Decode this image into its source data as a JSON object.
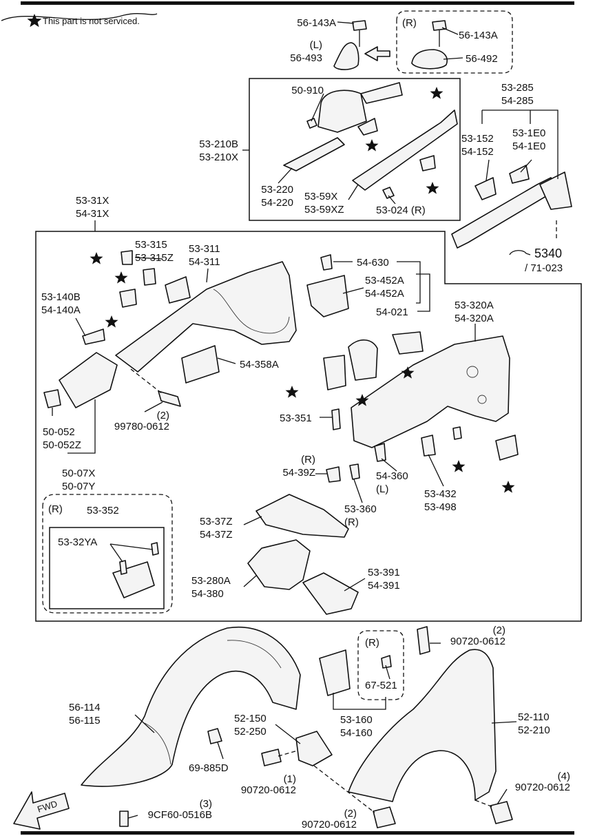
{
  "note": "This part is not serviced.",
  "callouts": [
    {
      "id": "c1",
      "lines": [
        "56-143A"
      ]
    },
    {
      "id": "c2",
      "lines": [
        "(L)",
        "56-493"
      ]
    },
    {
      "id": "c3",
      "lines": [
        "(R)"
      ]
    },
    {
      "id": "c4",
      "lines": [
        "56-143A"
      ]
    },
    {
      "id": "c5",
      "lines": [
        "56-492"
      ]
    },
    {
      "id": "c6",
      "lines": [
        "50-910"
      ]
    },
    {
      "id": "c7",
      "lines": [
        "53-210B",
        "53-210X"
      ]
    },
    {
      "id": "c8",
      "lines": [
        "53-220",
        "54-220"
      ]
    },
    {
      "id": "c9",
      "lines": [
        "53-59X",
        "53-59XZ"
      ]
    },
    {
      "id": "c10",
      "lines": [
        "53-024 (R)"
      ]
    },
    {
      "id": "c11",
      "lines": [
        "53-285",
        "54-285"
      ]
    },
    {
      "id": "c12",
      "lines": [
        "53-152",
        "54-152"
      ]
    },
    {
      "id": "c13",
      "lines": [
        "53-1E0",
        "54-1E0"
      ]
    },
    {
      "id": "c14",
      "lines": [
        "5340"
      ]
    },
    {
      "id": "c15",
      "lines": [
        "/ 71-023"
      ]
    },
    {
      "id": "c16",
      "lines": [
        "53-31X",
        "54-31X"
      ]
    },
    {
      "id": "c17",
      "lines": [
        "53-315",
        "53-315Z"
      ]
    },
    {
      "id": "c18",
      "lines": [
        "53-311",
        "54-311"
      ]
    },
    {
      "id": "c19",
      "lines": [
        "54-630"
      ]
    },
    {
      "id": "c20",
      "lines": [
        "53-452A",
        "54-452A"
      ]
    },
    {
      "id": "c21",
      "lines": [
        "54-021"
      ]
    },
    {
      "id": "c22",
      "lines": [
        "53-140B",
        "54-140A"
      ]
    },
    {
      "id": "c23",
      "lines": [
        "53-320A",
        "54-320A"
      ]
    },
    {
      "id": "c24",
      "lines": [
        "54-358A"
      ]
    },
    {
      "id": "c25",
      "lines": [
        "(2)",
        "99780-0612"
      ]
    },
    {
      "id": "c26",
      "lines": [
        "53-351"
      ]
    },
    {
      "id": "c27",
      "lines": [
        "50-052",
        "50-052Z"
      ]
    },
    {
      "id": "c28",
      "lines": [
        "50-07X",
        "50-07Y"
      ]
    },
    {
      "id": "c29",
      "lines": [
        "(R)",
        "54-39Z"
      ]
    },
    {
      "id": "c30",
      "lines": [
        "54-360",
        "(L)"
      ]
    },
    {
      "id": "c31",
      "lines": [
        "53-432",
        "53-498"
      ]
    },
    {
      "id": "c32",
      "lines": [
        "53-360",
        "(R)"
      ]
    },
    {
      "id": "c33",
      "lines": [
        "(R)"
      ]
    },
    {
      "id": "c34",
      "lines": [
        "53-352"
      ]
    },
    {
      "id": "c35",
      "lines": [
        "53-32YA"
      ]
    },
    {
      "id": "c36",
      "lines": [
        "53-37Z",
        "54-37Z"
      ]
    },
    {
      "id": "c37",
      "lines": [
        "53-280A",
        "54-380"
      ]
    },
    {
      "id": "c38",
      "lines": [
        "53-391",
        "54-391"
      ]
    },
    {
      "id": "c39",
      "lines": [
        "(2)",
        "90720-0612"
      ]
    },
    {
      "id": "c40",
      "lines": [
        "(R)"
      ]
    },
    {
      "id": "c41",
      "lines": [
        "67-521"
      ]
    },
    {
      "id": "c42",
      "lines": [
        "56-114",
        "56-115"
      ]
    },
    {
      "id": "c43",
      "lines": [
        "52-150",
        "52-250"
      ]
    },
    {
      "id": "c44",
      "lines": [
        "53-160",
        "54-160"
      ]
    },
    {
      "id": "c45",
      "lines": [
        "52-110",
        "52-210"
      ]
    },
    {
      "id": "c46",
      "lines": [
        "69-885D"
      ]
    },
    {
      "id": "c47",
      "lines": [
        "(1)",
        "90720-0612"
      ]
    },
    {
      "id": "c48",
      "lines": [
        "(4)",
        "90720-0612"
      ]
    },
    {
      "id": "c49",
      "lines": [
        "(3)",
        "9CF60-0516B"
      ]
    },
    {
      "id": "c50",
      "lines": [
        "(2)",
        "90720-0612"
      ]
    }
  ],
  "fwd_label": "FWD",
  "icons": [
    "star-icon",
    "fwd-arrow-icon",
    "hand-pointer-icon",
    "double-arrow-icon"
  ],
  "colors": {
    "ink": "#111111",
    "paper": "#ffffff"
  }
}
